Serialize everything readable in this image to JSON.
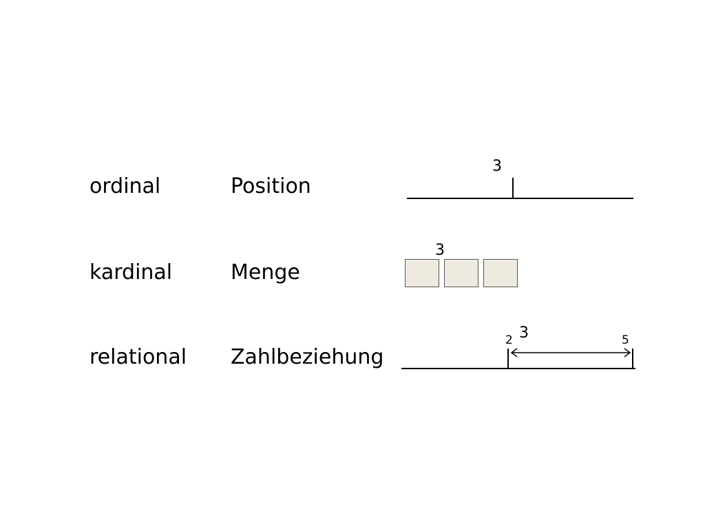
{
  "rows": {
    "ordinal": {
      "term": "ordinal",
      "meaning": "Position",
      "marker_label": "3"
    },
    "kardinal": {
      "term": "kardinal",
      "meaning": "Menge",
      "set_label": "3",
      "square_count": 3
    },
    "relational": {
      "term": "relational",
      "meaning": "Zahlbeziehung",
      "difference_label": "3",
      "start_label": "2",
      "end_label": "5"
    }
  },
  "colors": {
    "text": "#000000",
    "square_fill": "#eeeae0",
    "square_border": "#555555"
  }
}
